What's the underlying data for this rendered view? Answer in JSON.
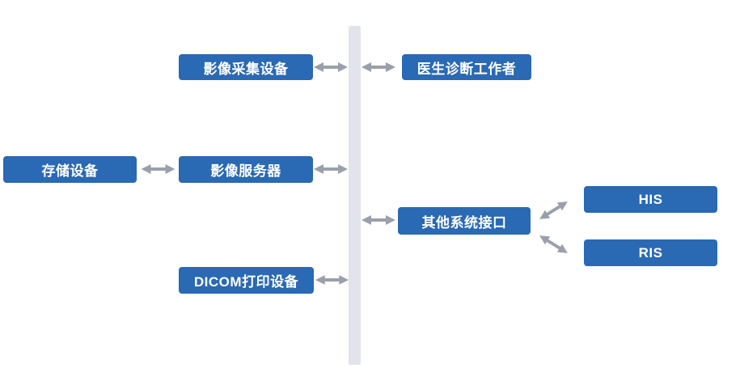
{
  "diagram_type": "system-architecture",
  "nodes": [
    {
      "id": "image-acquisition",
      "label": "影像采集设备"
    },
    {
      "id": "doctor-workstation",
      "label": "医生诊断工作者"
    },
    {
      "id": "storage-device",
      "label": "存储设备"
    },
    {
      "id": "image-server",
      "label": "影像服务器"
    },
    {
      "id": "other-system-interface",
      "label": "其他系统接口"
    },
    {
      "id": "his",
      "label": "HIS"
    },
    {
      "id": "ris",
      "label": "RIS"
    },
    {
      "id": "dicom-printer",
      "label": "DICOM打印设备"
    }
  ],
  "edges": [
    {
      "from": "image-acquisition",
      "to": "network-bus",
      "type": "bidirectional"
    },
    {
      "from": "network-bus",
      "to": "doctor-workstation",
      "type": "bidirectional"
    },
    {
      "from": "storage-device",
      "to": "image-server",
      "type": "bidirectional"
    },
    {
      "from": "image-server",
      "to": "network-bus",
      "type": "bidirectional"
    },
    {
      "from": "network-bus",
      "to": "other-system-interface",
      "type": "bidirectional"
    },
    {
      "from": "other-system-interface",
      "to": "his",
      "type": "bidirectional"
    },
    {
      "from": "other-system-interface",
      "to": "ris",
      "type": "bidirectional"
    },
    {
      "from": "dicom-printer",
      "to": "network-bus",
      "type": "bidirectional"
    }
  ],
  "colors": {
    "node_blue": "#2a69b4",
    "arrow_gray": "#9aa0ab",
    "bus_gray": "#e2e4eb",
    "node_text": "#ffffff",
    "background": "#ffffff"
  }
}
